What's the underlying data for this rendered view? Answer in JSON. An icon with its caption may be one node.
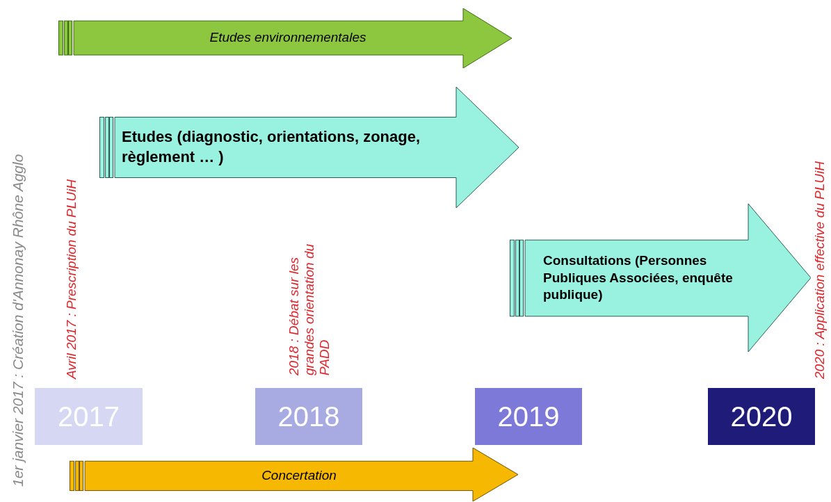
{
  "diagram": {
    "nodes": [
      {
        "text": [
          "Etudes environnementales"
        ]
      },
      {
        "text": [
          "Etudes (diagnostic, orientations, zonage, règlement … )"
        ]
      },
      {
        "text": [
          "Consultations (Personnes Publiques Associées, enquête publique)"
        ]
      },
      {
        "text": [
          "2017"
        ]
      },
      {
        "text": [
          "2018"
        ]
      },
      {
        "text": [
          "2019"
        ]
      },
      {
        "text": [
          "2020"
        ]
      },
      {
        "text": [
          "Concertation"
        ]
      }
    ],
    "edges": [],
    "labels": [
      "1er janvier 2017 : Création d'Annonay Rhône Agglo",
      "Avril 2017 : Prescription du PLUiH",
      "2018 : Débat sur les grandes orientation du PADD",
      "2020 : Application effective du PLUiH"
    ]
  }
}
